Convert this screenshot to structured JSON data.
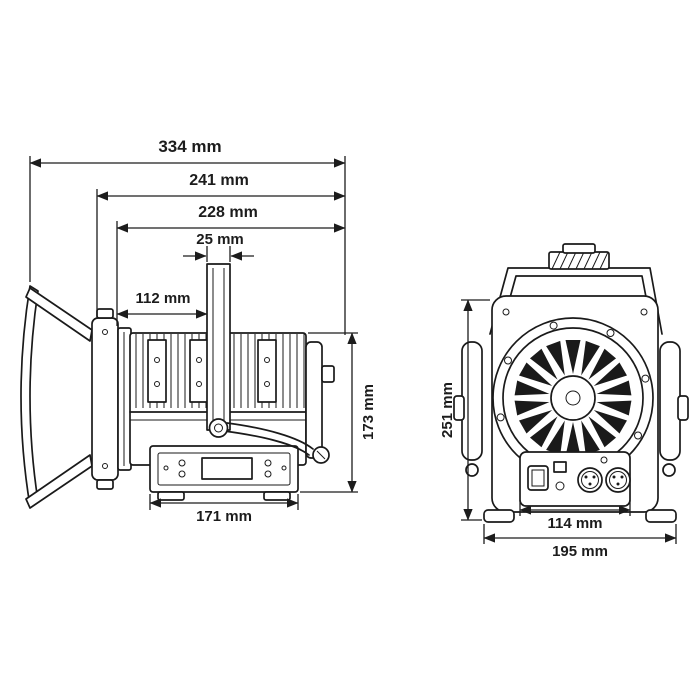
{
  "title": "LED fresnel fixture dimension drawing",
  "dims": {
    "side": {
      "overall_length": "334 mm",
      "without_doors": "241 mm",
      "body_length": "228 mm",
      "yoke_stem": "25 mm",
      "front_to_yoke": "112 mm",
      "height": "173 mm",
      "base": "171 mm"
    },
    "front": {
      "height": "251 mm",
      "panel": "114 mm",
      "width": "195 mm"
    }
  },
  "colors": {
    "line": "#1a1a1a",
    "text": "#1c1c1c",
    "background": "#ffffff"
  }
}
